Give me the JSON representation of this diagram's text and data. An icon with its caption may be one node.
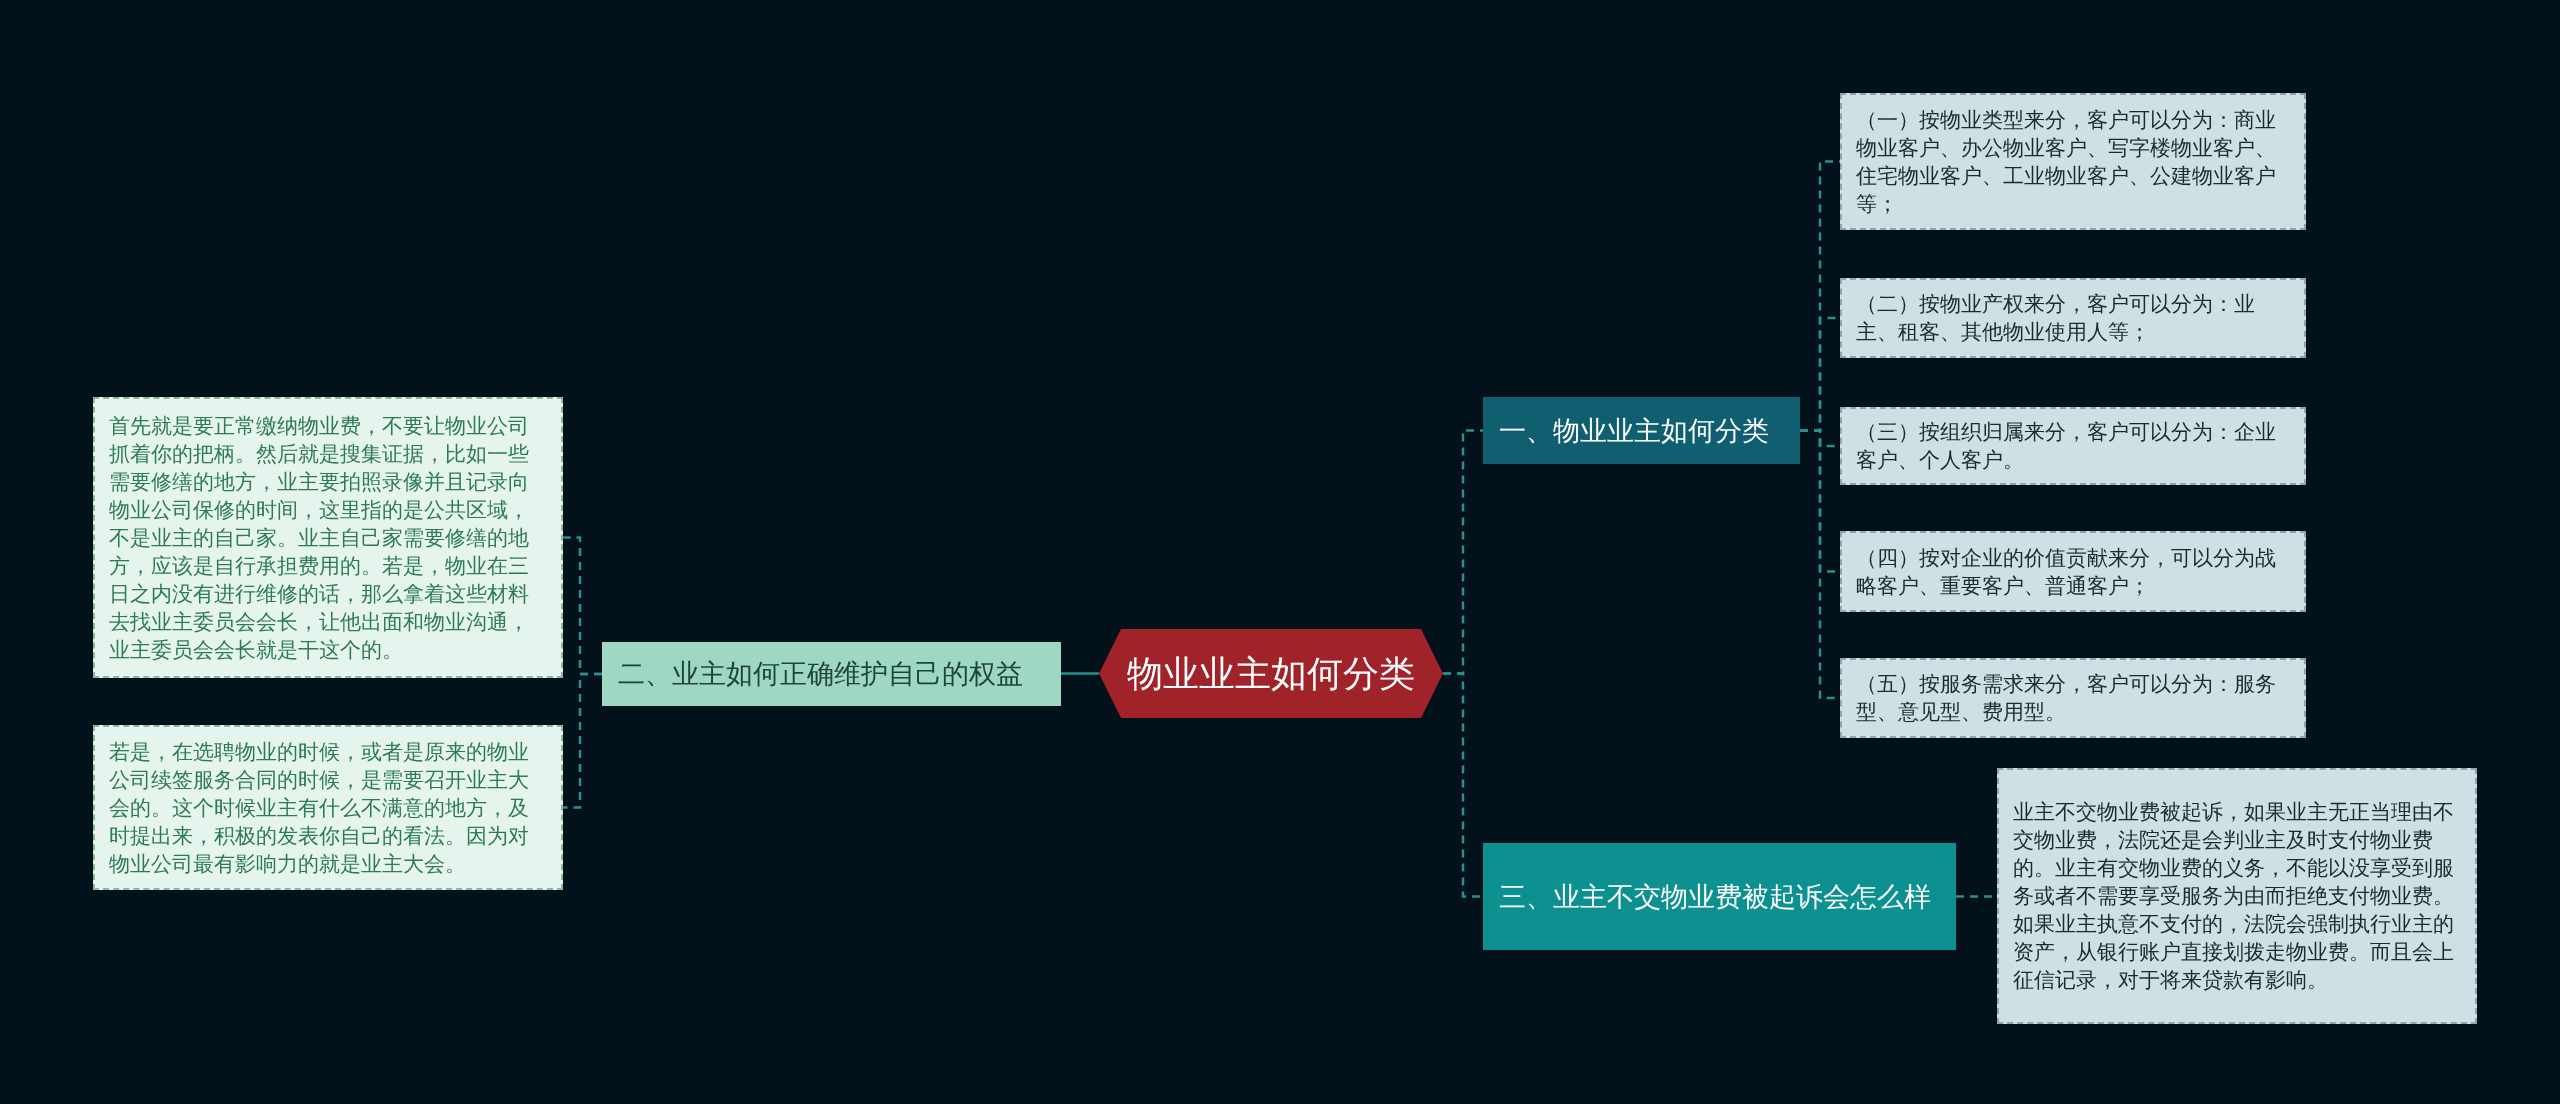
{
  "diagram": {
    "nodes": [
      {
        "text": [
          "物业业主如何分类"
        ]
      },
      {
        "text": [
          "一、物业业主如何分类"
        ]
      },
      {
        "text": [
          "（一）按物业类型来分，客户可以分为：商业物业客户、办公物业客户、写字楼物业客户、住宅物业客户、工业物业客户、公建物业客户等；"
        ]
      },
      {
        "text": [
          "（二）按物业产权来分，客户可以分为：业主、租客、其他物业使用人等；"
        ]
      },
      {
        "text": [
          "（三）按组织归属来分，客户可以分为：企业客户、个人客户。"
        ]
      },
      {
        "text": [
          "（四）按对企业的价值贡献来分，可以分为战略客户、重要客户、普通客户；"
        ]
      },
      {
        "text": [
          "（五）按服务需求来分，客户可以分为：服务型、意见型、费用型。"
        ]
      },
      {
        "text": [
          "二、业主如何正确维护自己的权益"
        ]
      },
      {
        "text": [
          "首先就是要正常缴纳物业费，不要让物业公司抓着你的把柄。然后就是搜集证据，比如一些需要修缮的地方，业主要拍照录像并且记录向物业公司保修的时间，这里指的是公共区域，不是业主的自己家。业主自己家需要修缮的地方，应该是自行承担费用的。若是，物业在三日之内没有进行维修的话，那么拿着这些材料去找业主委员会会长，让他出面和物业沟通，业主委员会会长就是干这个的。"
        ]
      },
      {
        "text": [
          "若是，在选聘物业的时候，或者是原来的物业公司续签服务合同的时候，是需要召开业主大会的。这个时候业主有什么不满意的地方，及时提出来，积极的发表你自己的看法。因为对物业公司最有影响力的就是业主大会。"
        ]
      },
      {
        "text": [
          "三、业主不交物业费被起诉会怎么样"
        ]
      },
      {
        "text": [
          "业主不交物业费被起诉，如果业主无正当理由不交物业费，法院还是会判业主及时支付物业费的。业主有交物业费的义务，不能以没享受到服务或者不需要享受服务为由而拒绝支付物业费。如果业主执意不支付的，法院会强制执行业主的资产，从银行账户直接划拨走物业费。而且会上征信记录，对于将来贷款有影响。"
        ]
      }
    ],
    "edges": [
      {
        "from": 0,
        "to": 1,
        "arrow": "none",
        "style": "dashed"
      },
      {
        "from": 0,
        "to": 10,
        "arrow": "none",
        "style": "dashed"
      },
      {
        "from": 1,
        "to": 2,
        "arrow": "none",
        "style": "dashed"
      },
      {
        "from": 1,
        "to": 3,
        "arrow": "none",
        "style": "dashed"
      },
      {
        "from": 1,
        "to": 4,
        "arrow": "none",
        "style": "dashed"
      },
      {
        "from": 1,
        "to": 5,
        "arrow": "none",
        "style": "dashed"
      },
      {
        "from": 1,
        "to": 6,
        "arrow": "none",
        "style": "dashed"
      },
      {
        "from": 0,
        "to": 7,
        "arrow": "none"
      },
      {
        "from": 7,
        "to": 8,
        "arrow": "none",
        "style": "dashed"
      },
      {
        "from": 7,
        "to": 9,
        "arrow": "none",
        "style": "dashed"
      },
      {
        "from": 10,
        "to": 11,
        "arrow": "none",
        "style": "dashed"
      }
    ]
  }
}
